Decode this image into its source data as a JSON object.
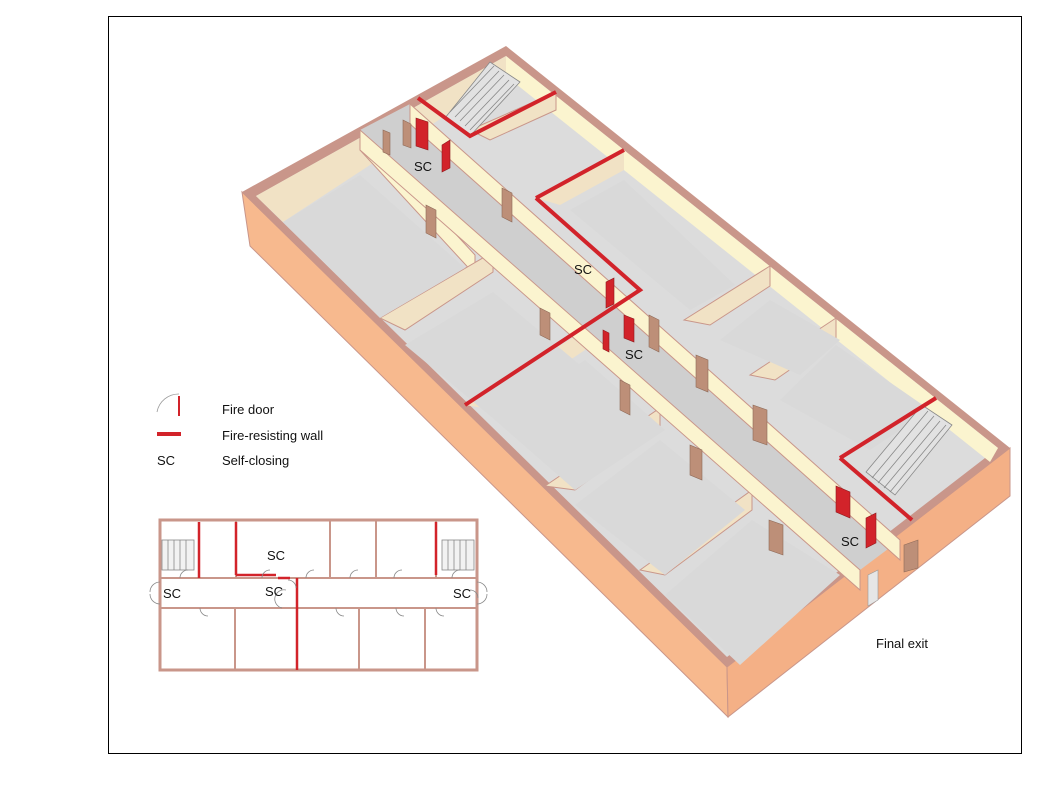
{
  "legend": {
    "fire_door": "Fire door",
    "fire_resisting_wall": "Fire-resisting wall",
    "sc_symbol": "SC",
    "self_closing": "Self-closing"
  },
  "labels": {
    "sc": "SC",
    "final_exit": "Final exit"
  },
  "colors": {
    "fire_wall": "#d2232a",
    "wall_outer": "#f7b98e",
    "wall_top": "#c9968a",
    "wall_inner": "#fbf4cf",
    "wall_inner_shade": "#f1e2c5",
    "floor": "#dcdcdc",
    "door": "#bd8f78"
  }
}
